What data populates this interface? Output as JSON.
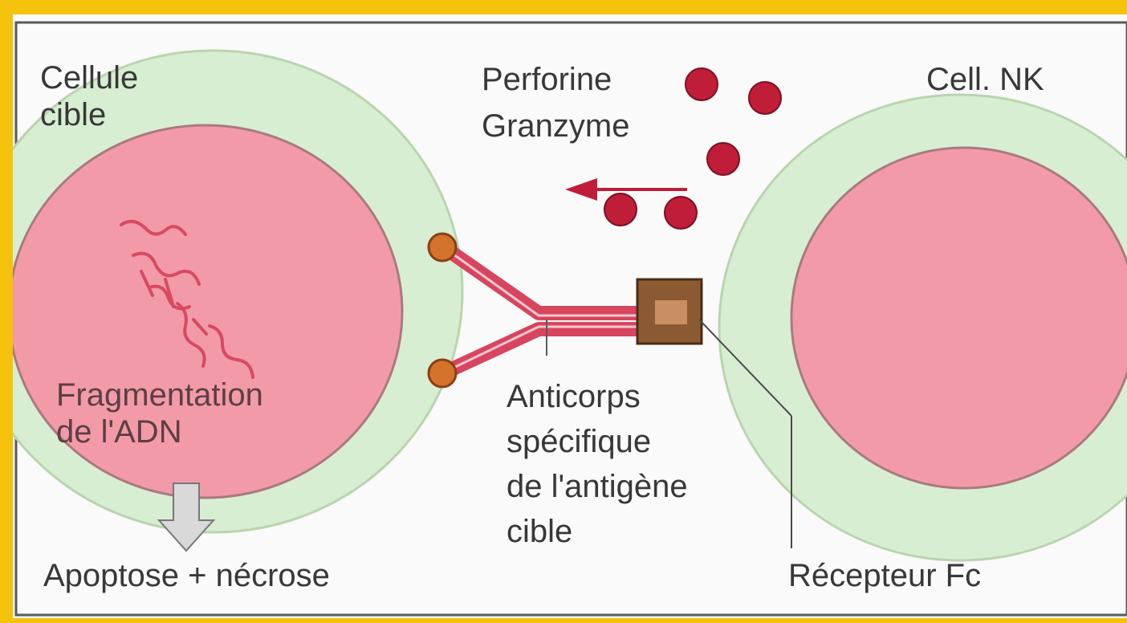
{
  "labels": {
    "target_cell": [
      "Cellule",
      "cible"
    ],
    "nk_cell": "Cell. NK",
    "perforin": "Perforine",
    "granzyme": "Granzyme",
    "dna": [
      "Fragmentation",
      "de l'ADN"
    ],
    "antibody": [
      "Anticorps",
      "spécifique",
      "de l'antigène",
      "cible"
    ],
    "outcome": "Apoptose + nécrose",
    "fc_receptor": "Récepteur Fc"
  },
  "colors": {
    "frame": "#f5c20d",
    "cytoplasm": "#d8eed2",
    "nucleus": "#f39aa8",
    "antibody": "#d8455e",
    "granule": "#c01e38",
    "antigen": "#d3732c",
    "receptor": "#8b5a32"
  }
}
